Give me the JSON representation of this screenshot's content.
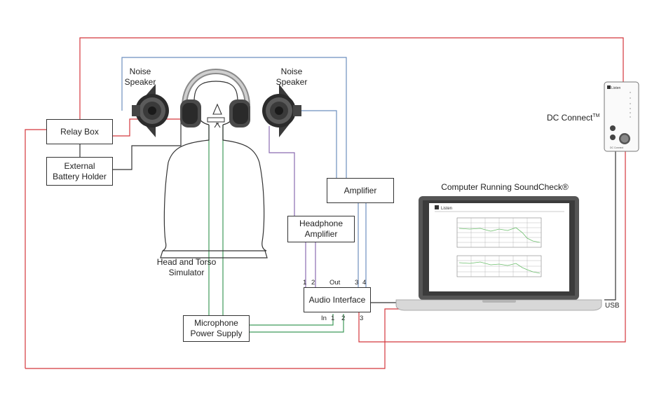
{
  "colors": {
    "red": "#d4373c",
    "blue": "#6d8fbf",
    "purple": "#8a6bb0",
    "green": "#3f9a5a",
    "black": "#333333"
  },
  "components": {
    "relay_box": "Relay Box",
    "battery_holder_1": "External",
    "battery_holder_2": "Battery Holder",
    "amplifier": "Amplifier",
    "headphone_amp_1": "Headphone",
    "headphone_amp_2": "Amplifier",
    "audio_interface": "Audio Interface",
    "mic_supply_1": "Microphone",
    "mic_supply_2": "Power Supply"
  },
  "labels": {
    "noise_speaker_left_1": "Noise",
    "noise_speaker_left_2": "Speaker",
    "noise_speaker_right_1": "Noise",
    "noise_speaker_right_2": "Speaker",
    "hats_1": "Head and Torso",
    "hats_2": "Simulator",
    "computer": "Computer Running SoundCheck®",
    "dc_connect": "DC Connect",
    "dc_connect_tm": "TM",
    "usb": "USB"
  },
  "ports": {
    "out_1": "1",
    "out_2": "2",
    "out": "Out",
    "out_3": "3",
    "out_4": "4",
    "in": "In",
    "in_1": "1",
    "in_2": "2",
    "in_3": "3"
  },
  "devices": {
    "laptop_logo": "Listen",
    "dc_logo": "Listen",
    "dc_caption": "DC Connect"
  }
}
